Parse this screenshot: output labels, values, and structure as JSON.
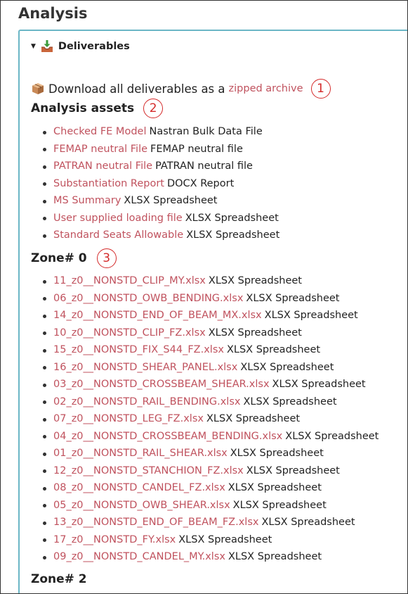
{
  "page": {
    "title": "Analysis"
  },
  "deliverables": {
    "summary_label": "Deliverables",
    "caret_glyph": "▼",
    "download_text": "Download all deliverables as a",
    "download_link": "zipped archive",
    "download_callout": "1"
  },
  "analysis_assets": {
    "heading": "Analysis assets",
    "callout": "2",
    "items": [
      {
        "link": "Checked FE Model",
        "desc": "Nastran Bulk Data File"
      },
      {
        "link": "FEMAP neutral File",
        "desc": "FEMAP neutral file"
      },
      {
        "link": "PATRAN neutral File",
        "desc": "PATRAN neutral file"
      },
      {
        "link": "Substantiation Report",
        "desc": "DOCX Report"
      },
      {
        "link": "MS Summary",
        "desc": "XLSX Spreadsheet"
      },
      {
        "link": "User supplied loading file",
        "desc": "XLSX Spreadsheet"
      },
      {
        "link": "Standard Seats Allowable",
        "desc": "XLSX Spreadsheet"
      }
    ]
  },
  "zone0": {
    "heading": "Zone# 0",
    "callout": "3",
    "items": [
      {
        "link": "11_z0__NONSTD_CLIP_MY.xlsx",
        "desc": "XLSX Spreadsheet"
      },
      {
        "link": "06_z0__NONSTD_OWB_BENDING.xlsx",
        "desc": "XLSX Spreadsheet"
      },
      {
        "link": "14_z0__NONSTD_END_OF_BEAM_MX.xlsx",
        "desc": "XLSX Spreadsheet"
      },
      {
        "link": "10_z0__NONSTD_CLIP_FZ.xlsx",
        "desc": "XLSX Spreadsheet"
      },
      {
        "link": "15_z0__NONSTD_FIX_S44_FZ.xlsx",
        "desc": "XLSX Spreadsheet"
      },
      {
        "link": "16_z0__NONSTD_SHEAR_PANEL.xlsx",
        "desc": "XLSX Spreadsheet"
      },
      {
        "link": "03_z0__NONSTD_CROSSBEAM_SHEAR.xlsx",
        "desc": "XLSX Spreadsheet"
      },
      {
        "link": "02_z0__NONSTD_RAIL_BENDING.xlsx",
        "desc": "XLSX Spreadsheet"
      },
      {
        "link": "07_z0__NONSTD_LEG_FZ.xlsx",
        "desc": "XLSX Spreadsheet"
      },
      {
        "link": "04_z0__NONSTD_CROSSBEAM_BENDING.xlsx",
        "desc": "XLSX Spreadsheet"
      },
      {
        "link": "01_z0__NONSTD_RAIL_SHEAR.xlsx",
        "desc": "XLSX Spreadsheet"
      },
      {
        "link": "12_z0__NONSTD_STANCHION_FZ.xlsx",
        "desc": "XLSX Spreadsheet"
      },
      {
        "link": "08_z0__NONSTD_CANDEL_FZ.xlsx",
        "desc": "XLSX Spreadsheet"
      },
      {
        "link": "05_z0__NONSTD_OWB_SHEAR.xlsx",
        "desc": "XLSX Spreadsheet"
      },
      {
        "link": "13_z0__NONSTD_END_OF_BEAM_FZ.xlsx",
        "desc": "XLSX Spreadsheet"
      },
      {
        "link": "17_z0__NONSTD_FY.xlsx",
        "desc": "XLSX Spreadsheet"
      },
      {
        "link": "09_z0__NONSTD_CANDEL_MY.xlsx",
        "desc": "XLSX Spreadsheet"
      }
    ]
  },
  "zone2": {
    "heading": "Zone# 2"
  },
  "colors": {
    "link": "#c0525e",
    "callout": "#d42a2a",
    "panel_border": "#6bb6c6",
    "text": "#222222"
  },
  "icons": {
    "summary_icon": "download-tray-icon",
    "download_icon": "package-icon"
  }
}
